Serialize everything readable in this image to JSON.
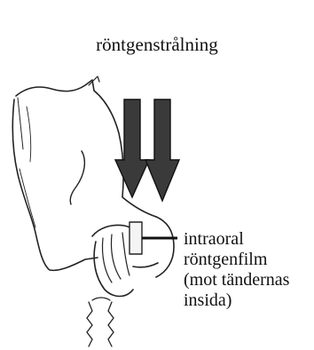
{
  "title": "röntgenstrålning",
  "callout": {
    "lines": [
      "intraoral",
      "röntgenfilm",
      "(mot tändernas",
      "insida)"
    ]
  },
  "colors": {
    "ink": "#111111",
    "arrow_fill": "#3a3a3a",
    "background": "#ffffff"
  },
  "icons": [
    "downward-arrow-icon",
    "downward-arrow-icon"
  ]
}
